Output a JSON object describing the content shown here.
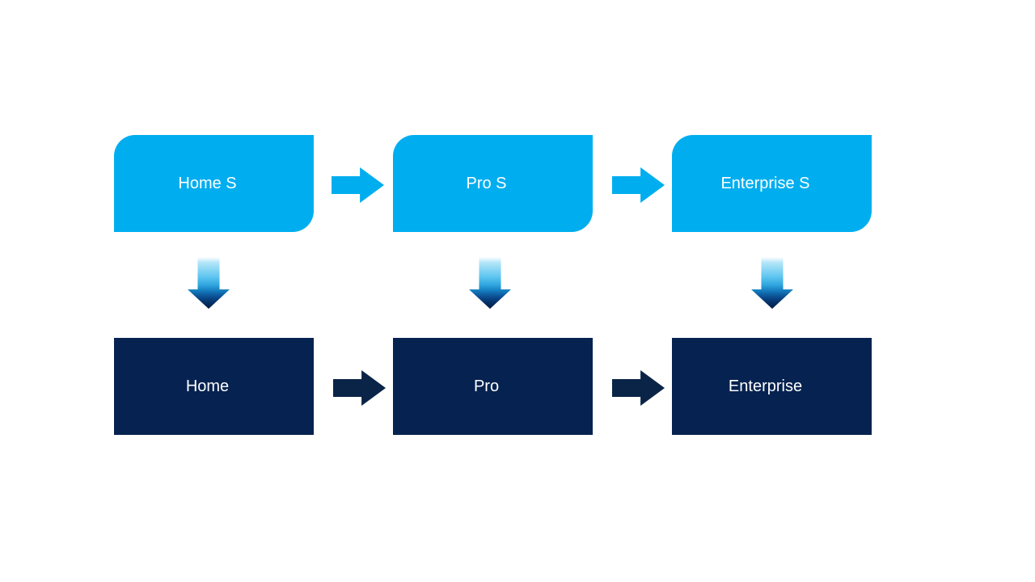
{
  "slide": {
    "type": "process-diagram",
    "background": "#FFFFFF",
    "colors": {
      "top_box_fill": "#00AEEF",
      "bottom_box_fill": "#062250",
      "label_text": "#FFFFFF",
      "top_arrow_fill": "#00AEEF",
      "top_arrow_glow": "#9CE2FA",
      "bottom_arrow_fill": "#0A2447",
      "bottom_arrow_glow": "#7A92BA",
      "down_arrow_gradient_top": "#FFFFFF",
      "down_arrow_gradient_mid": "#5FC6F0",
      "down_arrow_gradient_bottom": "#031C40"
    },
    "columns": [
      {
        "id": "home",
        "top_label": "Home S",
        "bottom_label": "Home"
      },
      {
        "id": "pro",
        "top_label": "Pro S",
        "bottom_label": "Pro"
      },
      {
        "id": "enterprise",
        "top_label": "Enterprise S",
        "bottom_label": "Enterprise"
      }
    ]
  }
}
